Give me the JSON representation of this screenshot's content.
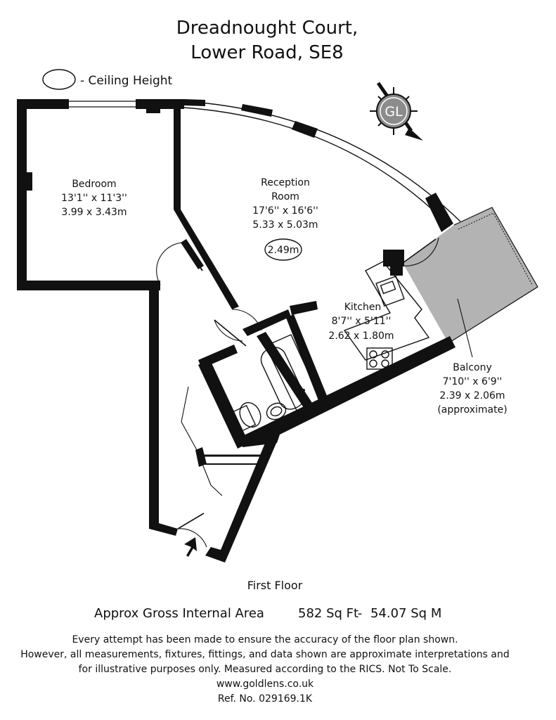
{
  "title": {
    "line1": "Dreadnought Court,",
    "line2": "Lower Road, SE8"
  },
  "legend": {
    "label": "- Ceiling Height"
  },
  "compass": {
    "initials": "GL"
  },
  "rooms": {
    "bedroom": {
      "name": "Bedroom",
      "imperial": "13'1'' x 11'3''",
      "metric": "3.99 x 3.43m"
    },
    "reception": {
      "name_line1": "Reception",
      "name_line2": "Room",
      "imperial": "17'6'' x 16'6''",
      "metric": "5.33 x 5.03m",
      "ceiling_height": "2.49m"
    },
    "kitchen": {
      "name": "Kitchen",
      "imperial": "8'7'' x 5'11''",
      "metric": "2.62 x 1.80m"
    },
    "balcony": {
      "name": "Balcony",
      "imperial": "7'10'' x 6'9''",
      "metric": "2.39 x 2.06m",
      "note": "(approximate)"
    }
  },
  "floor_label": "First Floor",
  "area": {
    "label": "Approx Gross Internal Area",
    "sq_ft": "582 Sq Ft",
    "separator": "-",
    "sq_m": "54.07 Sq M"
  },
  "disclaimer": {
    "line1": "Every attempt has been made to ensure the accuracy of the floor plan shown.",
    "line2": "However, all measurements, fixtures, fittings, and data shown are approximate interpretations and",
    "line3": "for illustrative purposes only. Measured according to the RICS. Not To Scale.",
    "website": "www.goldlens.co.uk",
    "reference": "Ref. No. 029169.1K"
  },
  "colors": {
    "wall": "#111111",
    "balcony_fill": "#b3b3b3",
    "compass_fill": "#8c8c8c"
  }
}
